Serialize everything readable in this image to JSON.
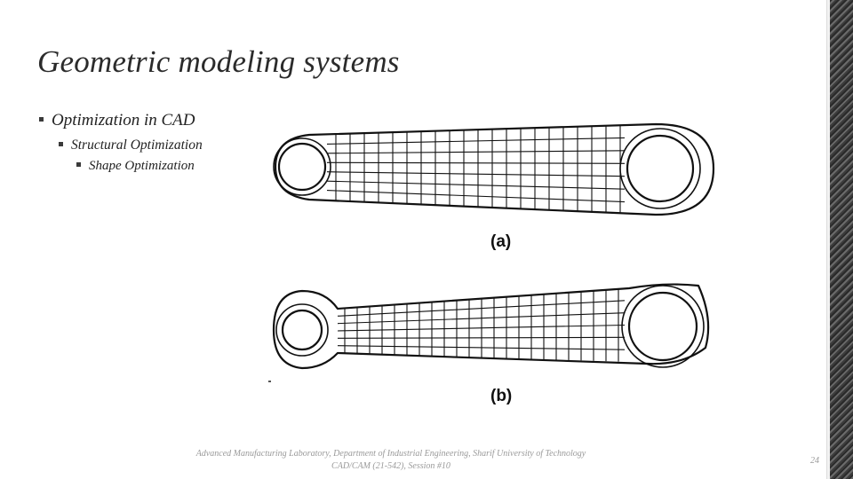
{
  "slide": {
    "title": "Geometric modeling systems",
    "bullets": {
      "level1": "Optimization in CAD",
      "level2": "Structural Optimization",
      "level3": "Shape Optimization"
    },
    "figure": {
      "label_a": "(a)",
      "label_b": "(b)"
    },
    "footer": {
      "line1": "Advanced Manufacturing Laboratory, Department of Industrial Engineering, Sharif University of Technology",
      "line2": "CAD/CAM (21-542), Session #10"
    },
    "page_number": "24"
  }
}
